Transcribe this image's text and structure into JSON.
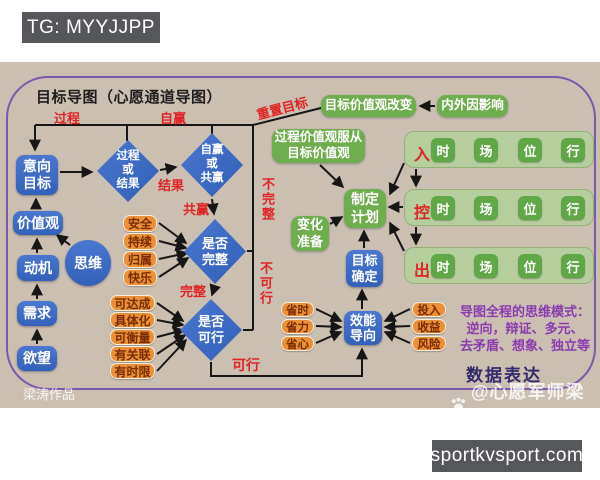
{
  "overlays": {
    "tg_badge": "TG: MYYJJPP",
    "site_badge": "sportkvsport.com"
  },
  "title": "目标导图（心愿通道导图）",
  "nodes": {
    "desire": "欲望",
    "needs": "需求",
    "motivation": "动机",
    "values": "价值观",
    "intent_goal": "意向\n目标",
    "thinking": "思维",
    "process_or_result": "过程\n或\n结果",
    "selfwin_or_winwin": "自赢\n或\n共赢",
    "is_complete": "是否\n完整",
    "is_feasible": "是否\n可行",
    "make_plan": "制定\n计划",
    "goal_confirm": "目标\n确定",
    "efficiency": "效能\n导向",
    "change_prep": "变化\n准备",
    "process_values_obey": "过程价值观服从\n目标价值观",
    "goal_values_change": "目标价值观改变",
    "internal_external": "内外因影响"
  },
  "flow_labels": {
    "process": "过程",
    "self_win": "自赢",
    "reset_goal": "重置目标",
    "result": "结果",
    "win_win": "共赢",
    "incomplete": "不完整",
    "complete": "完整",
    "infeasible": "不可行",
    "feasible": "可行"
  },
  "complete_criteria": [
    "安全",
    "持续",
    "归属",
    "快乐"
  ],
  "feasible_criteria": [
    "可达成",
    "具体化",
    "可衡量",
    "有关联",
    "有时限"
  ],
  "efficiency_inputs_left": [
    "省时",
    "省力",
    "省心"
  ],
  "efficiency_inputs_right": [
    "投入",
    "收益",
    "风险"
  ],
  "chains": [
    {
      "label": "入",
      "steps": [
        "时",
        "场",
        "位",
        "行"
      ]
    },
    {
      "label": "控",
      "steps": [
        "时",
        "场",
        "位",
        "行"
      ]
    },
    {
      "label": "出",
      "steps": [
        "时",
        "场",
        "位",
        "行"
      ]
    }
  ],
  "notes": {
    "thinking_modes": "导图全程的思维模式：\n逆向，辩证、多元、\n去矛盾、想象、独立等",
    "data_expression": "数据表达"
  },
  "watermarks": {
    "author_left": "梁涛作品",
    "author_right": "@心愿军师梁涛"
  },
  "colors": {
    "background": "#cbbfb2",
    "frame_purple": "#7e58ab",
    "node_blue": "#3a69c5",
    "node_green": "#6fae4f",
    "chain_bg": "#b6cd9e",
    "chain_green": "#5fa747",
    "orange": "#ea9138",
    "orange_text": "#7b2b00",
    "red": "#e02423",
    "purple_text": "#8a3cae",
    "dark_navy": "#332b6b"
  }
}
